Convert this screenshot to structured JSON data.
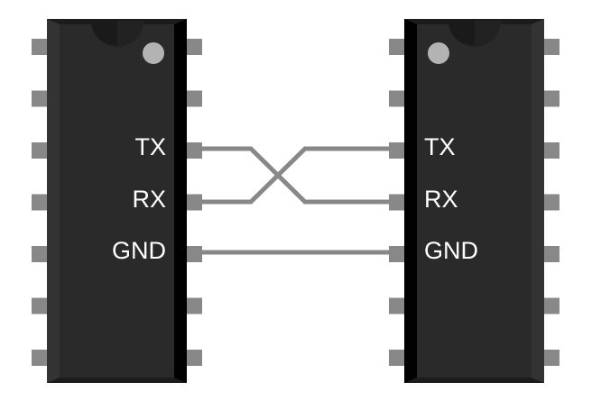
{
  "title": "UART serial connection between two ICs",
  "colors": {
    "background": "#ffffff",
    "chip_body": "#2a2a2a",
    "chip_shadow": "#000000",
    "chip_bevel": "#333333",
    "pin": "#888888",
    "wire": "#888888",
    "dot": "#b3b3b3",
    "label": "#ffffff"
  },
  "chips": [
    {
      "id": "left-chip",
      "side": "left",
      "pins_per_side": 7,
      "labels": [
        {
          "row": 2,
          "text": "TX"
        },
        {
          "row": 3,
          "text": "RX"
        },
        {
          "row": 4,
          "text": "GND"
        }
      ]
    },
    {
      "id": "right-chip",
      "side": "right",
      "pins_per_side": 7,
      "labels": [
        {
          "row": 2,
          "text": "TX"
        },
        {
          "row": 3,
          "text": "RX"
        },
        {
          "row": 4,
          "text": "GND"
        }
      ]
    }
  ],
  "labels": {
    "left_tx": "TX",
    "left_rx": "RX",
    "left_gnd": "GND",
    "right_tx": "TX",
    "right_rx": "RX",
    "right_gnd": "GND"
  },
  "connections": [
    {
      "from": "left-chip.TX",
      "to": "right-chip.RX",
      "crossed": true
    },
    {
      "from": "left-chip.RX",
      "to": "right-chip.TX",
      "crossed": true
    },
    {
      "from": "left-chip.GND",
      "to": "right-chip.GND",
      "crossed": false
    }
  ]
}
